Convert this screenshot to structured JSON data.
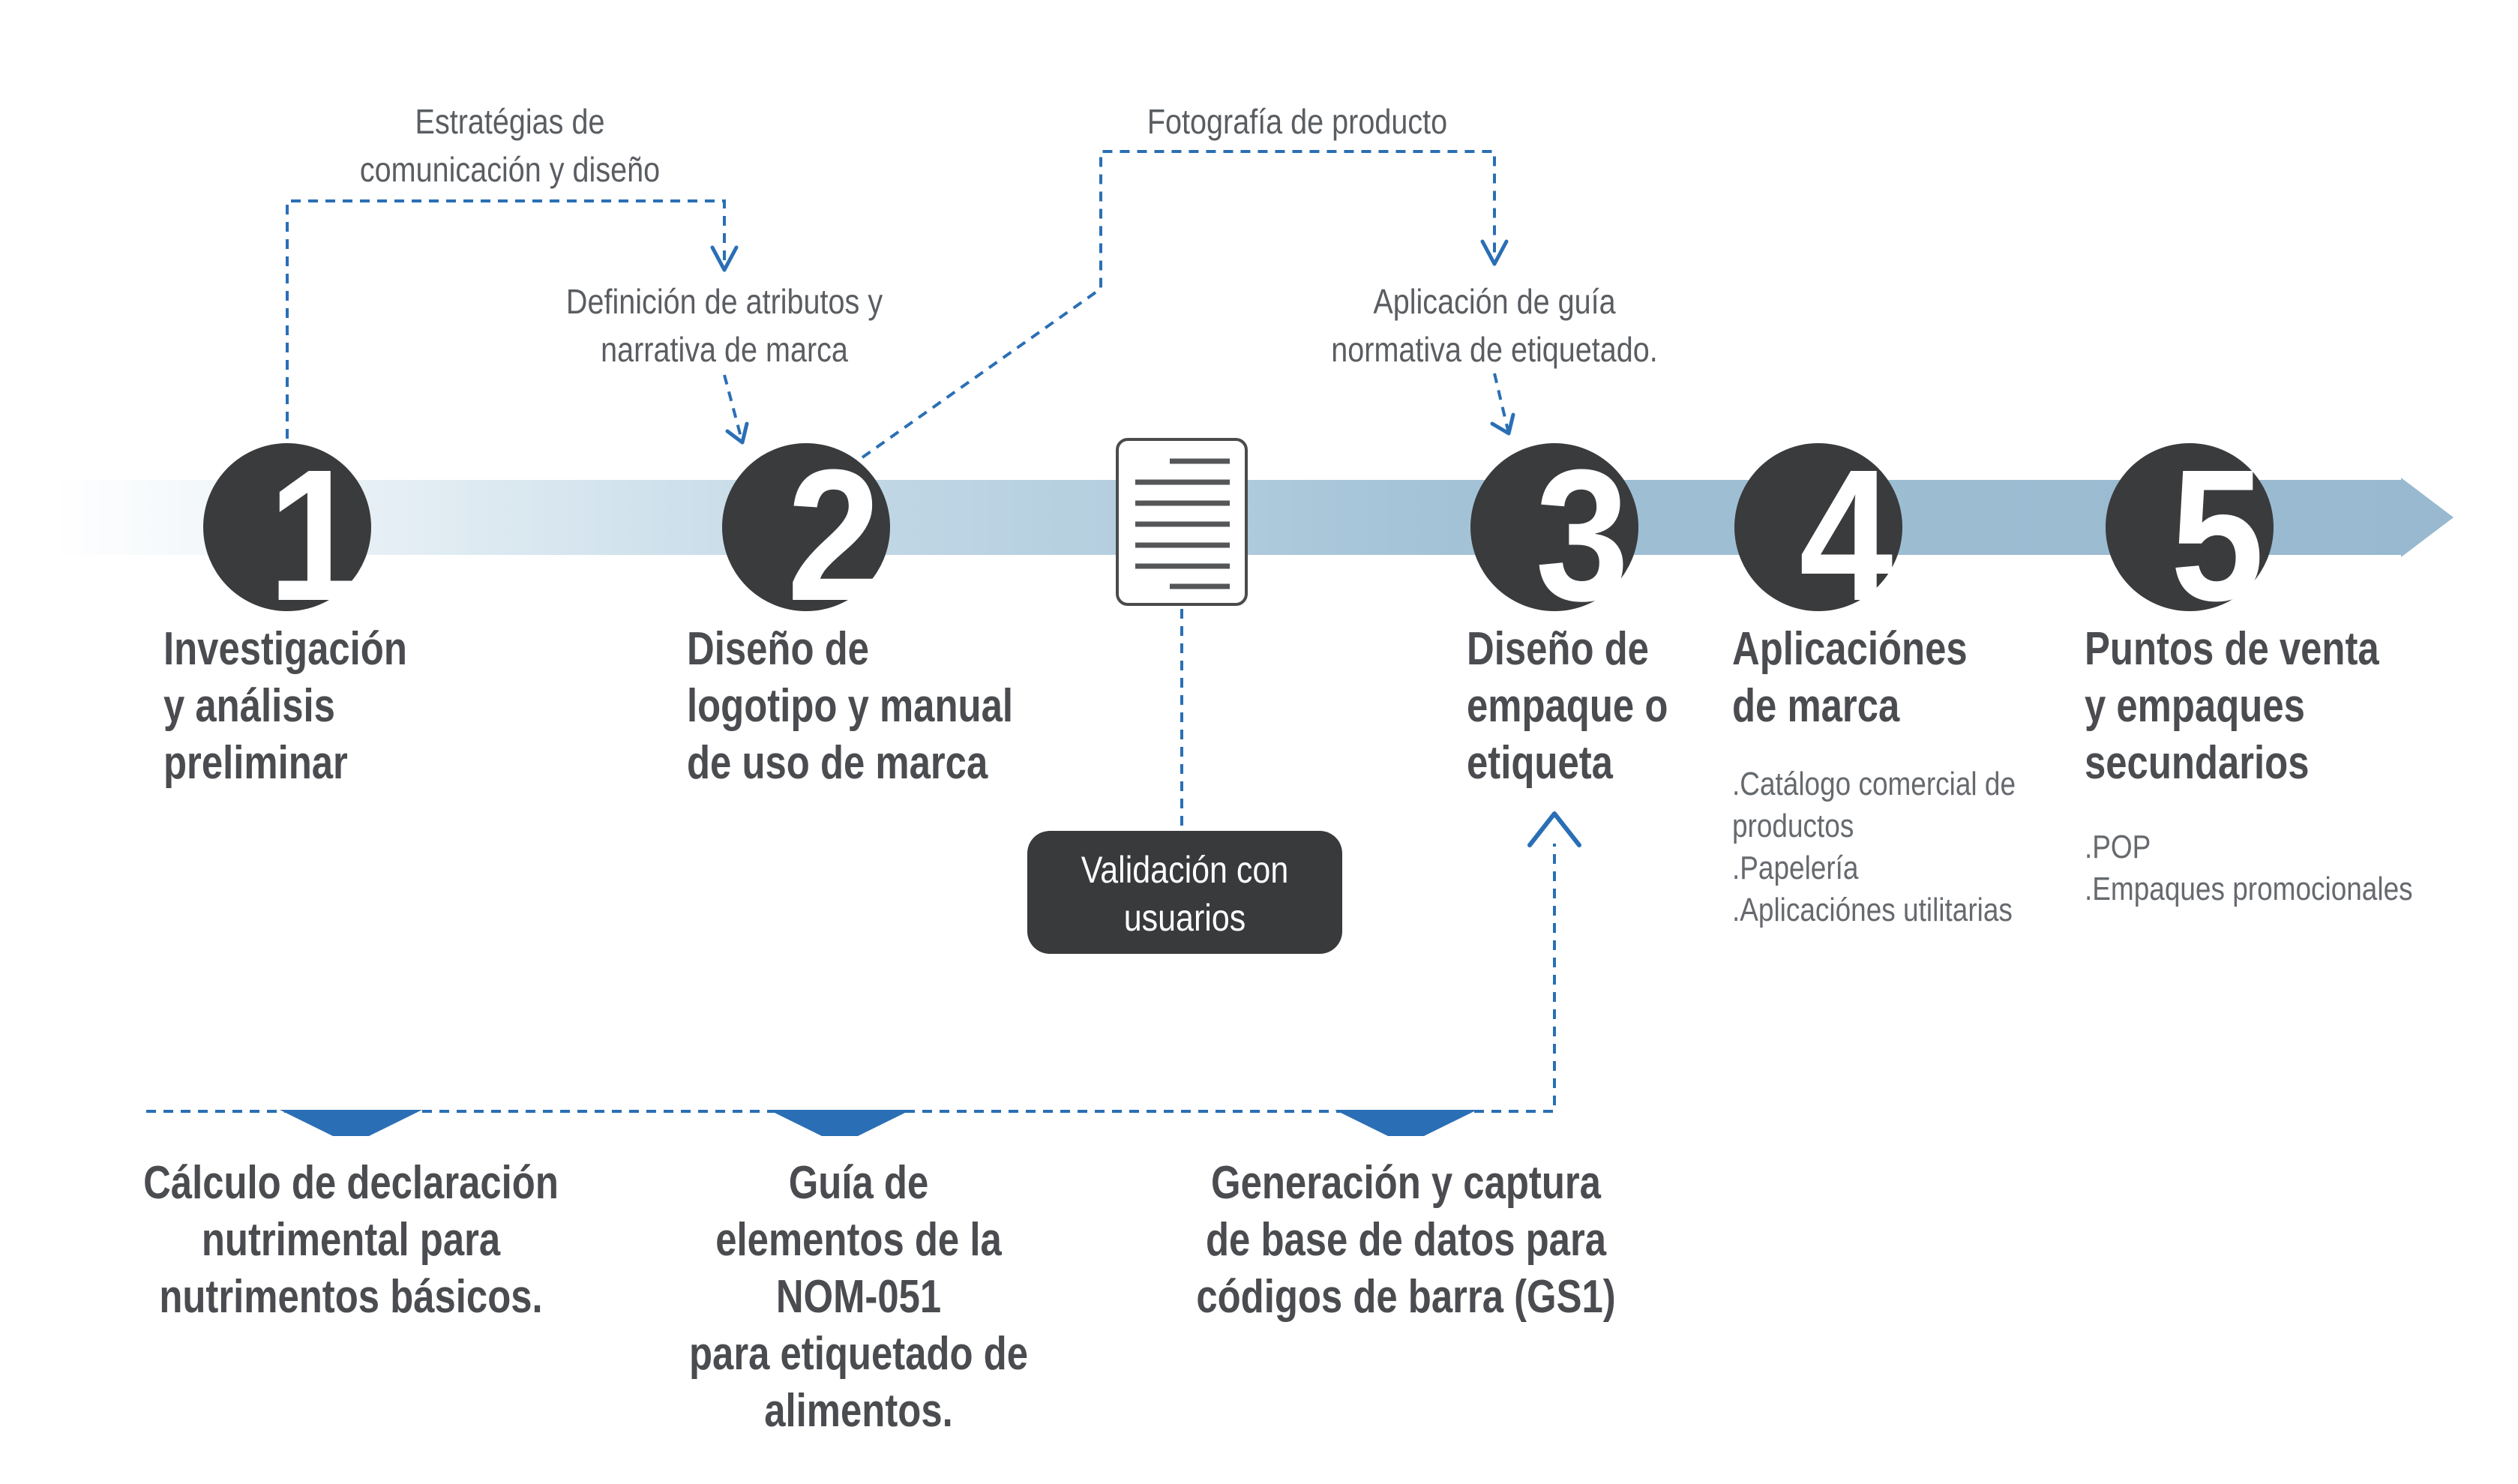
{
  "steps": [
    {
      "number": "1",
      "title": [
        "Investigación",
        "y análisis",
        "preliminar"
      ],
      "items": []
    },
    {
      "number": "2",
      "title": [
        "Diseño de",
        "logotipo y manual",
        "de uso de marca"
      ],
      "items": []
    },
    {
      "number": "3",
      "title": [
        "Diseño de",
        "empaque o",
        "etiqueta"
      ],
      "items": []
    },
    {
      "number": "4",
      "title": [
        "Aplicaciónes",
        "de marca"
      ],
      "items": [
        ".Catálogo comercial de",
        "productos",
        ".Papelería",
        ".Aplicaciónes utilitarias"
      ]
    },
    {
      "number": "5",
      "title": [
        "Puntos de venta",
        "y empaques",
        "secundarios"
      ],
      "items": [
        ".POP",
        ".Empaques promocionales"
      ]
    }
  ],
  "annotations": {
    "strategies": [
      "Estratégias de",
      "comunicación y diseño"
    ],
    "attributes": [
      "Definición de atributos y",
      "narrativa de marca"
    ],
    "photography": [
      "Fotografía de producto"
    ],
    "labeling_guide": [
      "Aplicación de guía",
      "normativa de etiquetado."
    ]
  },
  "validation": [
    "Validación con",
    "usuarios"
  ],
  "bottom": [
    [
      "Cálculo de declaración",
      "nutrimental para",
      "nutrimentos básicos."
    ],
    [
      "Guía de",
      "elementos de la",
      "NOM-051",
      "para etiquetado de",
      "alimentos."
    ],
    [
      "Generación y captura",
      "de base de datos para",
      "códigos de barra (GS1)"
    ]
  ],
  "colors": {
    "circle": "#3a3b3d",
    "band": "#9bbcd2",
    "accent": "#2a6fb5",
    "text": "#4a4c50"
  }
}
